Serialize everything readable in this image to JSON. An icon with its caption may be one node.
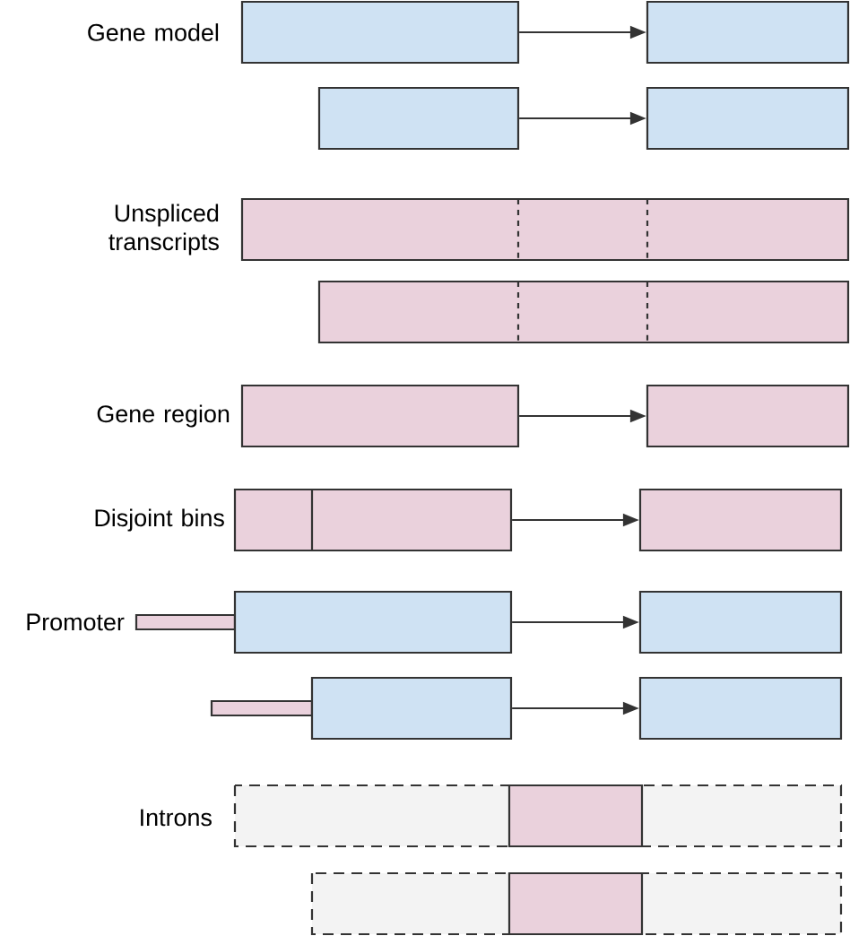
{
  "diagram": {
    "nodes": [
      {
        "text": [],
        "shape": "box"
      },
      {
        "text": [],
        "shape": "box"
      },
      {
        "text": [],
        "shape": "box"
      },
      {
        "text": [],
        "shape": "box"
      },
      {
        "text": [],
        "shape": "box"
      },
      {
        "text": [],
        "shape": "box"
      },
      {
        "text": [],
        "shape": "box"
      },
      {
        "text": [],
        "shape": "box"
      },
      {
        "text": [],
        "shape": "box"
      },
      {
        "text": [],
        "shape": "box"
      },
      {
        "text": [],
        "shape": "box"
      },
      {
        "text": [],
        "shape": "box"
      }
    ],
    "edges": [
      {
        "from": 0,
        "to": 1,
        "arrow": "to"
      },
      {
        "from": 2,
        "to": 3,
        "arrow": "to"
      },
      {
        "from": 4,
        "to": 5,
        "arrow": "to"
      },
      {
        "from": 6,
        "to": 7,
        "arrow": "to"
      },
      {
        "from": 8,
        "to": 9,
        "arrow": "to"
      },
      {
        "from": 10,
        "to": 11,
        "arrow": "to"
      }
    ],
    "labels": [
      "Gene model",
      "Unspliced transcripts",
      "Gene region",
      "Disjoint bins",
      "Promoter",
      "Introns"
    ]
  }
}
